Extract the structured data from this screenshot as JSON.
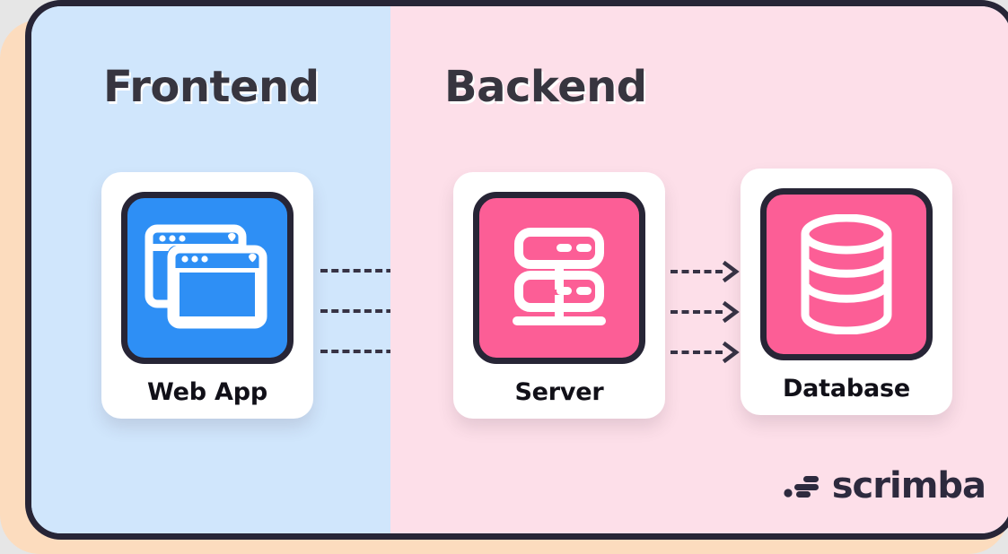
{
  "canvas": {
    "page_background": "#e6e6e6",
    "accent_peach": "#FCDCBE",
    "card_border": "#272536"
  },
  "panels": [
    {
      "key": "frontend",
      "title": "Frontend",
      "background": "#D0E6FC"
    },
    {
      "key": "backend",
      "title": "Backend",
      "background": "#FDDFE9"
    }
  ],
  "nodes": [
    {
      "key": "webapp",
      "label": "Web App",
      "icon": "browser-windows-icon",
      "tile_color": "#2E8FF5",
      "panel": "frontend"
    },
    {
      "key": "server",
      "label": "Server",
      "icon": "server-rack-icon",
      "tile_color": "#FC5E96",
      "panel": "backend"
    },
    {
      "key": "database",
      "label": "Database",
      "icon": "database-cylinder-icon",
      "tile_color": "#FC5E96",
      "panel": "backend"
    }
  ],
  "connections": [
    {
      "key": "webapp-to-server",
      "from": "webapp",
      "to": "server",
      "style": "dashed",
      "arrow_count": 3,
      "color": "#363244"
    },
    {
      "key": "server-to-database",
      "from": "server",
      "to": "database",
      "style": "dashed",
      "arrow_count": 3,
      "color": "#363244"
    }
  ],
  "brand": {
    "name": "scrimba",
    "mark": "scrimba-mark-icon",
    "color": "#2D2A3E"
  }
}
